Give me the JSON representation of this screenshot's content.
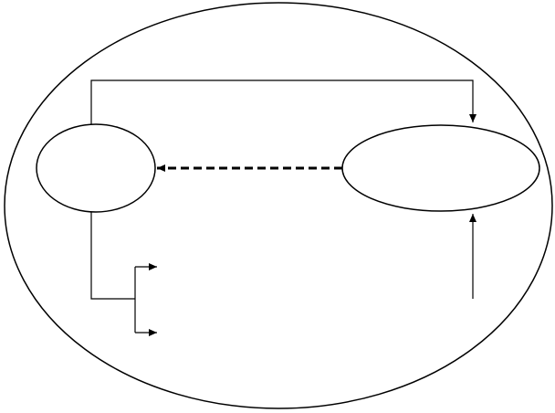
{
  "diagram": {
    "stroke_color": "#000000",
    "background_color": "#ffffff",
    "nodes": [
      {
        "id": "outer-ellipse",
        "label": ""
      },
      {
        "id": "left-ellipse",
        "label": ""
      },
      {
        "id": "right-ellipse",
        "label": ""
      }
    ],
    "connectors": [
      {
        "id": "top-feedback",
        "from": "left-ellipse",
        "to": "right-ellipse",
        "style": "solid",
        "arrowhead": true
      },
      {
        "id": "dashed-link",
        "from": "right-ellipse",
        "to": "left-ellipse",
        "style": "dashed",
        "arrowhead": true
      },
      {
        "id": "bottom-input",
        "from": "external",
        "to": "right-ellipse",
        "style": "solid",
        "arrowhead": true
      },
      {
        "id": "left-branch-upper",
        "from": "left-ellipse",
        "to": "external",
        "style": "solid",
        "arrowhead": true
      },
      {
        "id": "left-branch-lower",
        "from": "left-ellipse",
        "to": "external",
        "style": "solid",
        "arrowhead": true
      }
    ]
  }
}
